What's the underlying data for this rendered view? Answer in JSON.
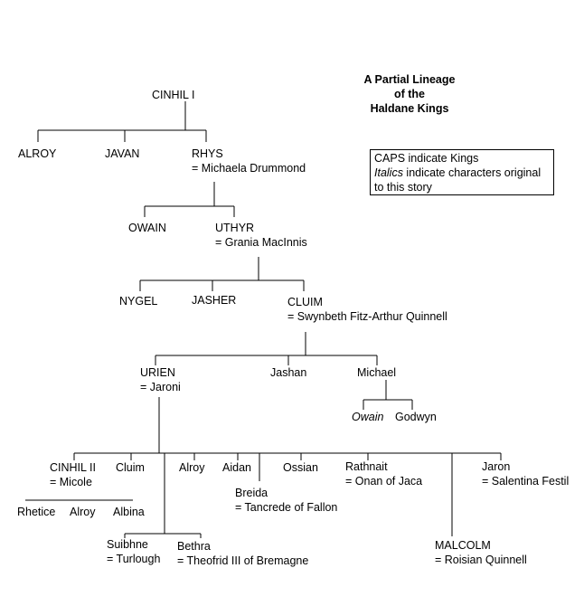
{
  "title": {
    "line1": "A Partial Lineage",
    "line2": "of the",
    "line3": "Haldane Kings"
  },
  "legend": {
    "caps_word": "CAPS",
    "caps_rest": " indicate Kings",
    "italics_word": "Italics",
    "italics_rest": " indicate characters original",
    "line3": "to this story"
  },
  "people": {
    "cinhil_i": "CINHIL I",
    "alroy_1": "ALROY",
    "javan": "JAVAN",
    "rhys": "RHYS",
    "rhys_spouse": "= Michaela Drummond",
    "owain_1": "OWAIN",
    "uthyr": "UTHYR",
    "uthyr_spouse": "= Grania MacInnis",
    "nygel": "NYGEL",
    "jasher": "JASHER",
    "cluim_1": "CLUIM",
    "cluim_spouse": "= Swynbeth Fitz-Arthur Quinnell",
    "urien": "URIEN",
    "urien_spouse": "= Jaroni",
    "jashan": "Jashan",
    "michael": "Michael",
    "owain_2": "Owain",
    "godwyn": "Godwyn",
    "cinhil_ii": "CINHIL II",
    "cinhil_ii_spouse": "= Micole",
    "cluim_2": "Cluim",
    "alroy_2": "Alroy",
    "aidan": "Aidan",
    "ossian": "Ossian",
    "rathnait": "Rathnait",
    "rathnait_spouse": "= Onan of Jaca",
    "jaron": "Jaron",
    "jaron_spouse": "= Salentina Festil",
    "breida": "Breida",
    "breida_spouse": "= Tancrede of Fallon",
    "rhetice": "Rhetice",
    "alroy_3": "Alroy",
    "albina": "Albina",
    "suibhne": "Suibhne",
    "suibhne_spouse": "= Turlough",
    "bethra": "Bethra",
    "bethra_spouse": "= Theofrid III of Bremagne",
    "malcolm": "MALCOLM",
    "malcolm_spouse": "= Roisian Quinnell"
  }
}
